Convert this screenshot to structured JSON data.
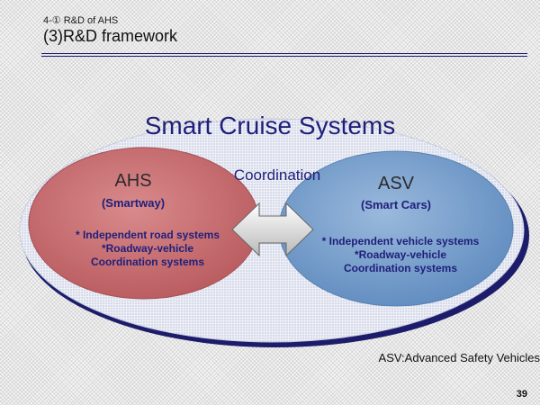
{
  "header": {
    "subtitle": "4-① R&D of AHS",
    "title": "(3)R&D framework"
  },
  "diagram": {
    "outer_title": "Smart Cruise Systems",
    "coordination_label": "Coordination",
    "ahs": {
      "name": "AHS",
      "subtitle": "(Smartway)",
      "items": [
        "* Independent road systems",
        "*Roadway-vehicle",
        "Coordination systems"
      ]
    },
    "asv": {
      "name": "ASV",
      "subtitle": "(Smart Cars)",
      "items": [
        "* Independent vehicle systems",
        "*Roadway-vehicle",
        "Coordination systems"
      ]
    },
    "footnote": "ASV:Advanced Safety Vehicles"
  },
  "page_number": "39",
  "colors": {
    "title_blue": "#1f1f7a",
    "ahs_fill": "#c86f72",
    "asv_fill": "#7aa3cf"
  }
}
